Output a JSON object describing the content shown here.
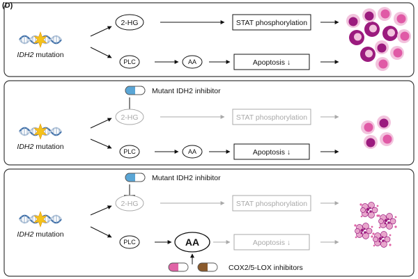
{
  "figure": {
    "panel_label": "(D)",
    "panels": [
      {
        "id": "untreated",
        "mutation_label": {
          "gene": "IDH2",
          "suffix": " mutation"
        },
        "metabolite": "2-HG",
        "lipid_enzyme": "PLC",
        "lipid_product": "AA",
        "upper_outcome": "STAT phosphorylation",
        "lower_outcome": "Apoptosis ↓",
        "cells_state": "many proliferating leukemic cells"
      },
      {
        "id": "idh2-inhibitor",
        "inhibitor_label": "Mutant IDH2 inhibitor",
        "mutation_label": {
          "gene": "IDH2",
          "suffix": " mutation"
        },
        "metabolite": "2-HG",
        "lipid_enzyme": "PLC",
        "lipid_product": "AA",
        "upper_outcome": "STAT phosphorylation",
        "lower_outcome": "Apoptosis ↓",
        "cells_state": "fewer leukemic cells"
      },
      {
        "id": "combination",
        "inhibitor_label": "Mutant IDH2 inhibitor",
        "second_inhibitor_label": "COX2/5-LOX inhibitors",
        "mutation_label": {
          "gene": "IDH2",
          "suffix": " mutation"
        },
        "metabolite": "2-HG",
        "lipid_enzyme": "PLC",
        "lipid_product": "AA",
        "upper_outcome": "STAT phosphorylation",
        "lower_outcome": "Apoptosis ↓",
        "cells_state": "apoptotic fragmented cells"
      }
    ],
    "colors": {
      "border": "#3a3a3a",
      "greyed": "#a9a9a9",
      "dna_blue": "#3f6fa8",
      "dna_light": "#b9c9dc",
      "mutation_star": "#f4c21b",
      "cell_dark": "#9b1b7e",
      "cell_mid": "#e05aa6",
      "cell_light": "#f2c3dd",
      "pill_blue": "#5aa6d6",
      "pill_pink": "#e064a6",
      "pill_brown": "#8a5a2b"
    }
  }
}
